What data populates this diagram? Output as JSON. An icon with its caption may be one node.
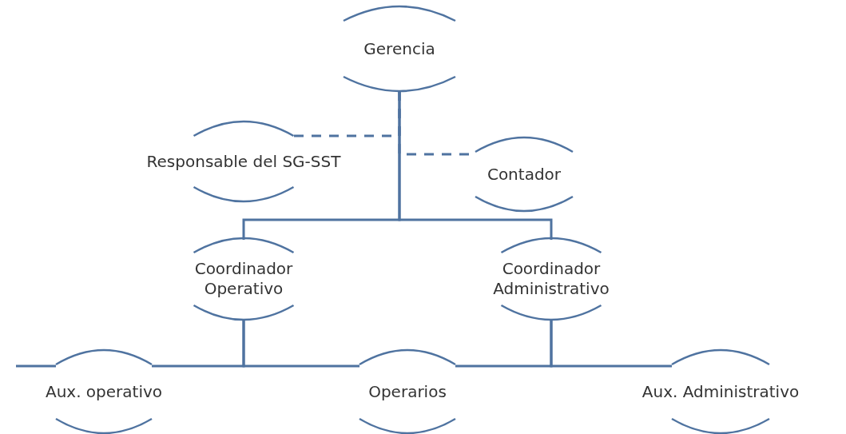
{
  "diagram": {
    "nodes": [
      {
        "text": [
          "Gerencia"
        ]
      },
      {
        "text": [
          "Responsable del SG-SST"
        ]
      },
      {
        "text": [
          "Contador"
        ]
      },
      {
        "text": [
          "Coordinador Operativo"
        ]
      },
      {
        "text": [
          "Coordinador Administrativo"
        ]
      },
      {
        "text": [
          "Aux. operativo"
        ]
      },
      {
        "text": [
          "Operarios"
        ]
      },
      {
        "text": [
          "Aux. Administrativo"
        ]
      }
    ],
    "edges": [
      {
        "from": 0,
        "to": 1,
        "arrow": "none",
        "style": "dashed"
      },
      {
        "from": 0,
        "to": 2,
        "arrow": "none",
        "style": "dashed"
      },
      {
        "from": 0,
        "to": 3,
        "arrow": "none"
      },
      {
        "from": 0,
        "to": 4,
        "arrow": "none"
      },
      {
        "from": null,
        "to": 5,
        "arrow": "none"
      },
      {
        "from": 3,
        "to": 5,
        "arrow": "none"
      },
      {
        "from": 3,
        "to": 6,
        "arrow": "none"
      },
      {
        "from": 4,
        "to": 6,
        "arrow": "none"
      },
      {
        "from": 4,
        "to": 7,
        "arrow": "none"
      }
    ]
  }
}
